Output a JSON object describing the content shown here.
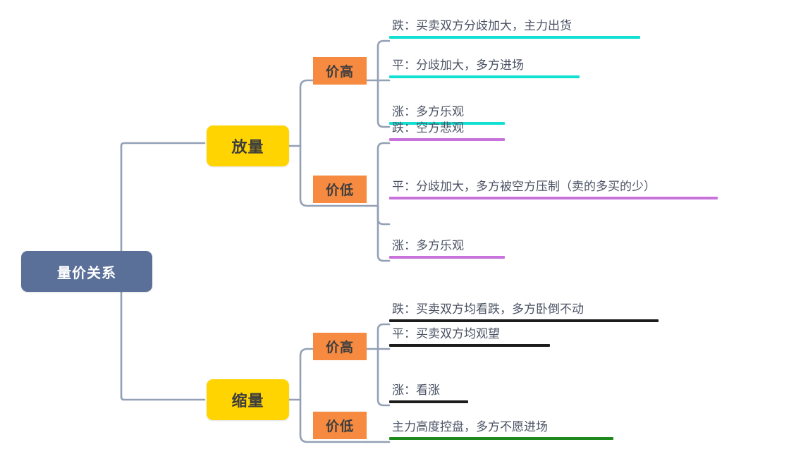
{
  "diagram": {
    "type": "mindmap",
    "title": "量价关系",
    "orientation": "left-to-right",
    "palette": {
      "root_fill": "#5B7099",
      "root_text": "#FFFFFF",
      "level1_fill": "#FFD400",
      "level1_text": "#3D3D3D",
      "level2_fill": "#F58A40",
      "level2_text": "#3D3D3D",
      "leaf_text": "#4A5263",
      "connector": "#93A0B5",
      "rule_teal": "#12E0D2",
      "rule_purple": "#C873DC",
      "rule_black": "#1C1C1C",
      "rule_green": "#1E8A1E",
      "background": "#FFFFFF"
    },
    "root": {
      "label": "量价关系"
    },
    "branches": [
      {
        "label": "放量",
        "groups": [
          {
            "label": "价高",
            "rule_color": "#12E0D2",
            "leaves": [
              {
                "text": "跌：买卖双方分歧加大，主力出货"
              },
              {
                "text": "平：分歧加大，多方进场"
              },
              {
                "text": "涨：多方乐观"
              }
            ]
          },
          {
            "label": "价低",
            "rule_color": "#C873DC",
            "leaves": [
              {
                "text": "跌：空方悲观"
              },
              {
                "text": "平：分歧加大，多方被空方压制（卖的多买的少）"
              },
              {
                "text": "涨：多方乐观"
              }
            ]
          }
        ]
      },
      {
        "label": "缩量",
        "groups": [
          {
            "label": "价高",
            "rule_color": "#1C1C1C",
            "leaves": [
              {
                "text": "跌：买卖双方均看跌，多方卧倒不动"
              },
              {
                "text": "平：买卖双方均观望"
              },
              {
                "text": "涨：看涨"
              }
            ]
          },
          {
            "label": "价低",
            "rule_color": "#1E8A1E",
            "leaves": [
              {
                "text": "主力高度控盘，多方不愿进场"
              }
            ]
          }
        ]
      }
    ]
  }
}
